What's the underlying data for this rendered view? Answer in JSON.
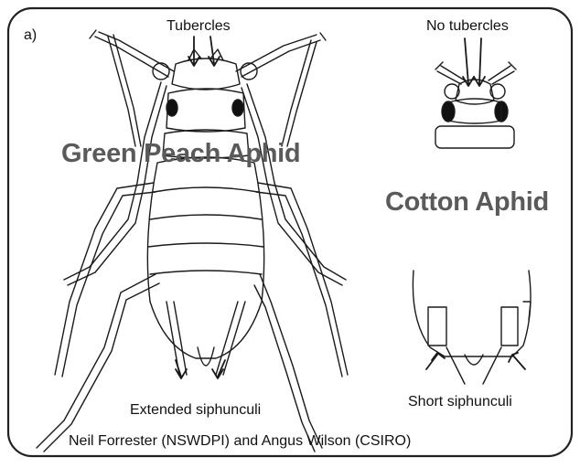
{
  "panel_label": "a)",
  "labels": {
    "tubercles": "Tubercles",
    "no_tubercles": "No tubercles",
    "green_peach_aphid": "Green Peach Aphid",
    "cotton_aphid": "Cotton Aphid",
    "extended_siphunculi": "Extended siphunculi",
    "short_siphunculi": "Short siphunculi"
  },
  "credit": "Neil Forrester (NSWDPI) and Angus Wilson (CSIRO)"
}
